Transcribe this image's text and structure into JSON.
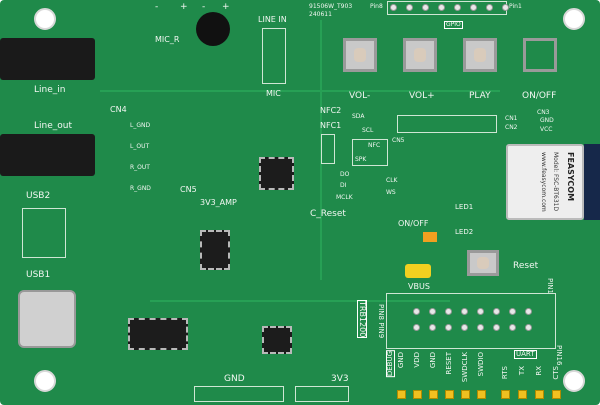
{
  "board": {
    "revision": "91506W_T903",
    "date_code": "240611",
    "header_top": {
      "left": "Pin8",
      "right": "Pin1",
      "mid": "GPIO"
    },
    "buttons": [
      "VOL-",
      "VOL+",
      "PLAY",
      "ON/OFF"
    ],
    "audio": {
      "line_in": "Line_in",
      "line_out": "Line_out",
      "mic_r": "MIC_R",
      "line_in_hdr": "LINE IN",
      "mic": "MIC",
      "polarity": [
        "-",
        "+",
        "-",
        "+"
      ]
    },
    "cn4": {
      "title": "CN4",
      "pins": [
        "L_GND",
        "L_OUT",
        "R_OUT",
        "R_GND"
      ]
    },
    "usb": [
      "USB2",
      "USB1"
    ],
    "amp": {
      "cn5": "CN5",
      "label": "3V3_AMP"
    },
    "nfc": {
      "nfc2": "NFC2",
      "nfc1": "NFC1",
      "sda": "SDA",
      "scl": "SCL",
      "cn5": "CN5",
      "nfc": "NFC",
      "spk": "SPK"
    },
    "i2s": {
      "do": "DO",
      "di": "DI",
      "mclk": "MCLK",
      "clk": "CLK",
      "ws": "WS"
    },
    "connectors": {
      "cn1": "CN1",
      "cn2": "CN2",
      "cn3": "CN3",
      "gnd": "GND",
      "vcc": "VCC"
    },
    "module": {
      "brand": "FEASYCOM",
      "model": "Model: FSC-BT631D",
      "url": "www.feasycom.com"
    },
    "leds": [
      "LED1",
      "LED2"
    ],
    "c_reset": "C_Reset",
    "on_off": "ON/OFF",
    "vbus": "VBUS",
    "reset": "Reset",
    "pin1": "PIN1",
    "pin16": "PIN16",
    "pin89": "PIN8 PIN9",
    "trb": "TRB1200",
    "debug": {
      "title": "DEBUG",
      "pins": [
        "GND",
        "VDD",
        "GND",
        "RESET",
        "SWDCLK",
        "SWDIO"
      ]
    },
    "uart": {
      "title": "UART",
      "pins": [
        "RTS",
        "TX",
        "RX",
        "CTS"
      ]
    },
    "bottom": {
      "gnd": "GND",
      "v33": "3V3"
    }
  }
}
